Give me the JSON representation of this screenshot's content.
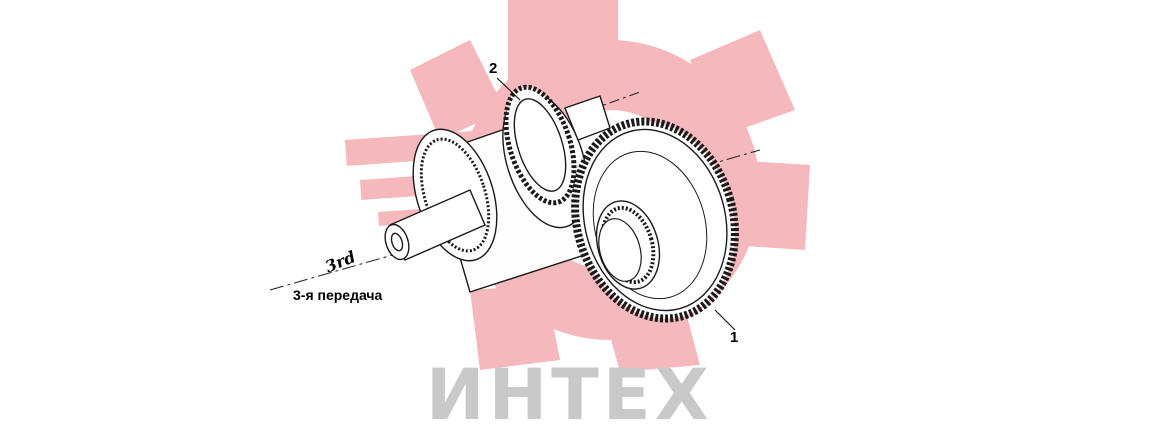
{
  "diagram": {
    "callouts": {
      "part_1": "1",
      "part_2": "2"
    },
    "gear_label": "3rd",
    "caption_ru": "3-я передача"
  },
  "watermark": {
    "text": "ИНТЕХ",
    "color": "#f4b8bd"
  },
  "colors": {
    "line": "#1a1a1a",
    "watermark_text": "#c9c9c9"
  },
  "icons": [
    "gear-watermark-icon"
  ]
}
